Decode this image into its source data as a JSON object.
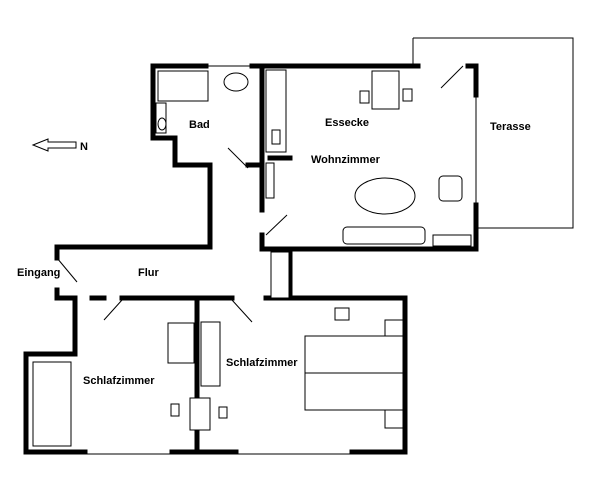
{
  "rooms": {
    "bad": "Bad",
    "essecke": "Essecke",
    "wohnzimmer": "Wohnzimmer",
    "terasse": "Terasse",
    "eingang": "Eingang",
    "flur": "Flur",
    "schlafzimmer_left": "Schlafzimmer",
    "schlafzimmer_right": "Schlafzimmer"
  },
  "compass": {
    "label": "N"
  }
}
